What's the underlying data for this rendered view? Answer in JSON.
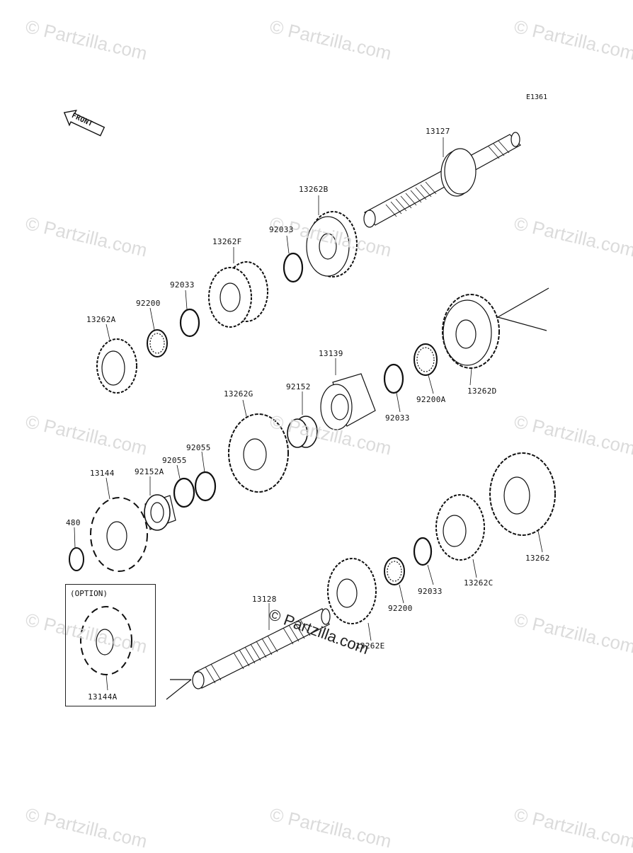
{
  "diagram_code": "E1361",
  "front_label": "FRONT",
  "option_title": "(OPTION)",
  "watermark_text": "© Partzilla.com",
  "overlay_watermark": "© Partzilla.com",
  "parts": [
    {
      "id": "13127"
    },
    {
      "id": "13262B"
    },
    {
      "id": "92033"
    },
    {
      "id": "13262F"
    },
    {
      "id": "92033"
    },
    {
      "id": "92200"
    },
    {
      "id": "13262A"
    },
    {
      "id": "13262D"
    },
    {
      "id": "92200A"
    },
    {
      "id": "92033"
    },
    {
      "id": "13139"
    },
    {
      "id": "92152"
    },
    {
      "id": "13262G"
    },
    {
      "id": "92055"
    },
    {
      "id": "92055"
    },
    {
      "id": "92152A"
    },
    {
      "id": "13144"
    },
    {
      "id": "480"
    },
    {
      "id": "13262"
    },
    {
      "id": "13262C"
    },
    {
      "id": "92033"
    },
    {
      "id": "92200"
    },
    {
      "id": "13262E"
    },
    {
      "id": "13128"
    },
    {
      "id": "13144A"
    }
  ]
}
